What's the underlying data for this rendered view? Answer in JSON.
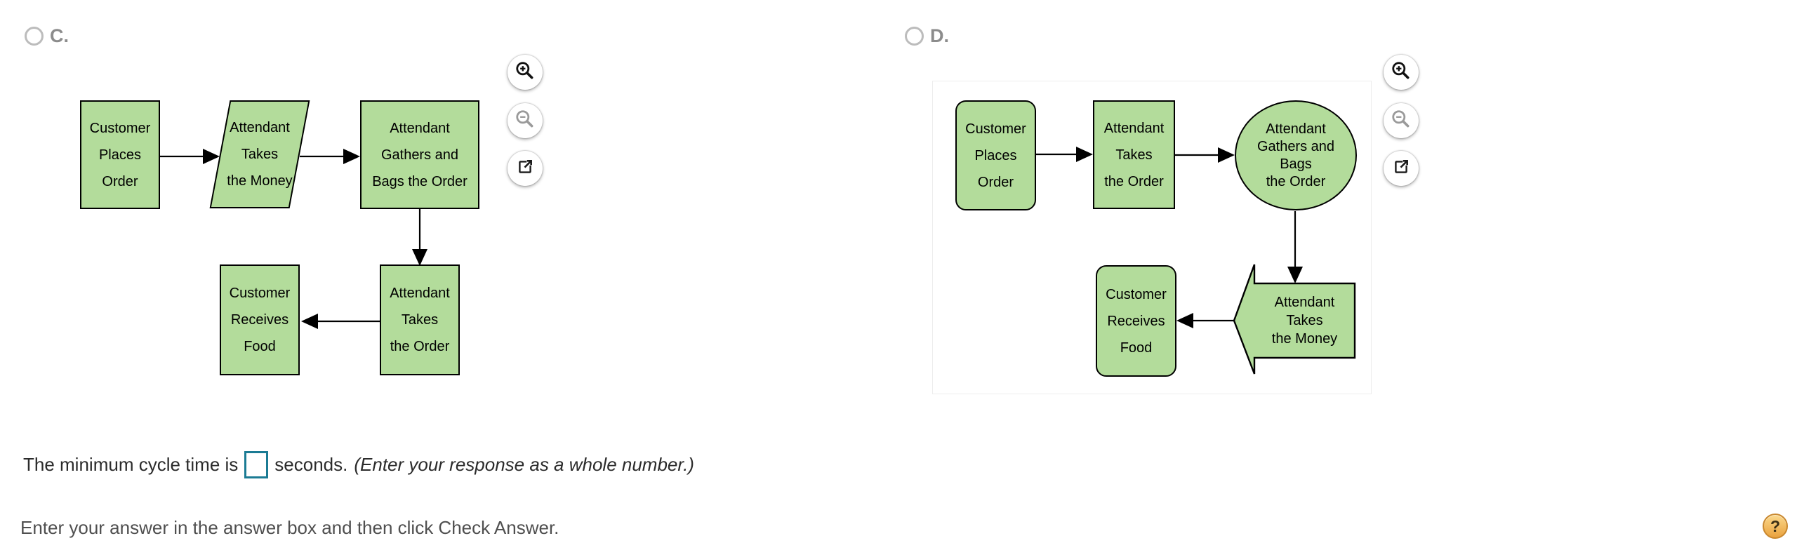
{
  "options": {
    "c": {
      "label": "C.",
      "nodes": {
        "n1": "Customer\nPlaces\nOrder",
        "n2": "Attendant\nTakes\nthe Money",
        "n3": "Attendant\nGathers and\nBags the Order",
        "n4": "Attendant\nTakes\nthe Order",
        "n5": "Customer\nReceives\nFood"
      }
    },
    "d": {
      "label": "D.",
      "nodes": {
        "n1": "Customer\nPlaces\nOrder",
        "n2": "Attendant\nTakes\nthe Order",
        "n3": "Attendant\nGathers and\nBags\nthe Order",
        "n4": "Attendant\nTakes\nthe Money",
        "n5": "Customer\nReceives\nFood"
      }
    }
  },
  "icons": {
    "zoom_in": "magnifier-plus",
    "zoom_out": "magnifier-minus",
    "open_external": "open-in-new-window",
    "help": "question-mark"
  },
  "answer": {
    "prefix": "The minimum cycle time is",
    "input_value": "",
    "suffix": "seconds.",
    "note": "(Enter your response as a whole number.)"
  },
  "instruction": "Enter your answer in the answer box and then click Check Answer.",
  "help_label": "?",
  "colors": {
    "node_fill": "#b3dc9b",
    "node_border": "#000000",
    "input_border": "#1b7b94",
    "option_label": "#8c8c8c",
    "radio_border": "#bcbcbc",
    "text_primary": "#2b2b2b",
    "text_secondary": "#4f4f4f",
    "help_bg_top": "#fbd98c",
    "help_bg_bottom": "#eaa23e",
    "help_border": "#c9882f"
  }
}
